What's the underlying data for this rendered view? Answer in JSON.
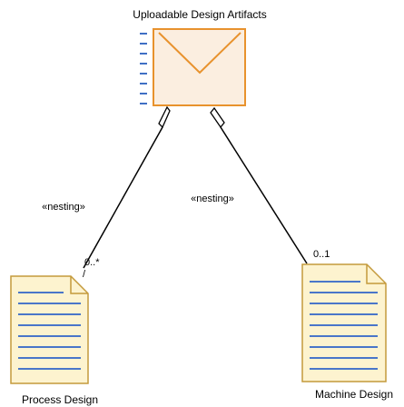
{
  "nodes": {
    "artifact": {
      "title": "Uploadable Design Artifacts",
      "icon": "envelope-icon"
    },
    "process": {
      "title": "Process Design",
      "icon": "document-icon"
    },
    "machine": {
      "title": "Machine Design",
      "icon": "document-icon"
    }
  },
  "edges": {
    "process_link": {
      "stereotype": "«nesting»",
      "multiplicity": "0..*",
      "multiplicity_tick": "/"
    },
    "machine_link": {
      "stereotype": "«nesting»",
      "multiplicity": "0..1"
    }
  },
  "colors": {
    "icon_fill": "#fbeee0",
    "icon_stroke": "#e8922d",
    "doc_fill": "#fdf3cf",
    "doc_stroke": "#c49a3c",
    "doc_lines": "#4a76c9",
    "dash_marks": "#3f6fc4",
    "connector": "#000000"
  }
}
